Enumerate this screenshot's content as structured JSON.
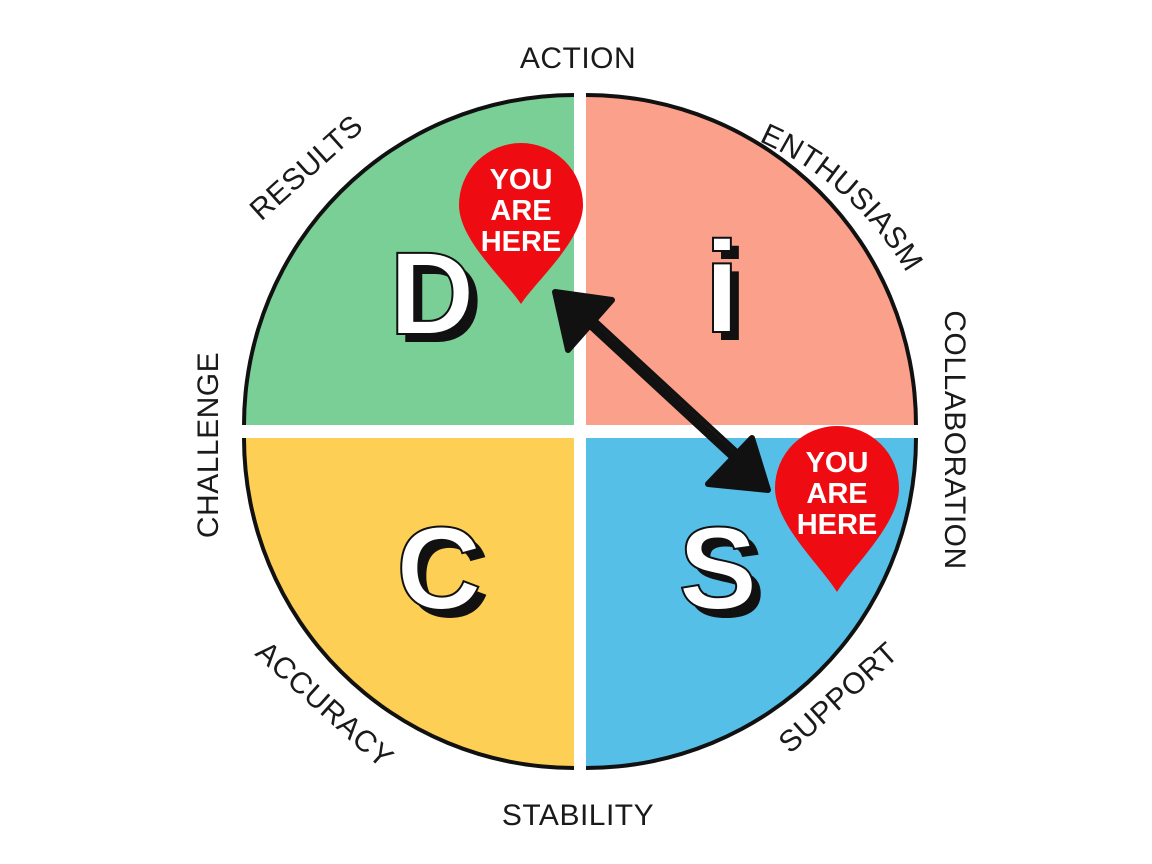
{
  "labels": {
    "action": "ACTION",
    "enthusiasm": "ENTHUSIASM",
    "collaboration": "COLLABORATION",
    "support": "SUPPORT",
    "stability": "STABILITY",
    "accuracy": "ACCURACY",
    "challenge": "CHALLENGE",
    "results": "RESULTS"
  },
  "quadrants": {
    "d": {
      "letter": "D",
      "color": "#7acf97"
    },
    "i": {
      "letter": "i",
      "color": "#fba08b"
    },
    "c": {
      "letter": "C",
      "color": "#fdd055"
    },
    "s": {
      "letter": "S",
      "color": "#56bfe8"
    }
  },
  "markers": {
    "d": {
      "line1": "YOU",
      "line2": "ARE",
      "line3": "HERE",
      "color": "#ee0b12"
    },
    "s": {
      "line1": "YOU",
      "line2": "ARE",
      "line3": "HERE",
      "color": "#ee0b12"
    }
  }
}
